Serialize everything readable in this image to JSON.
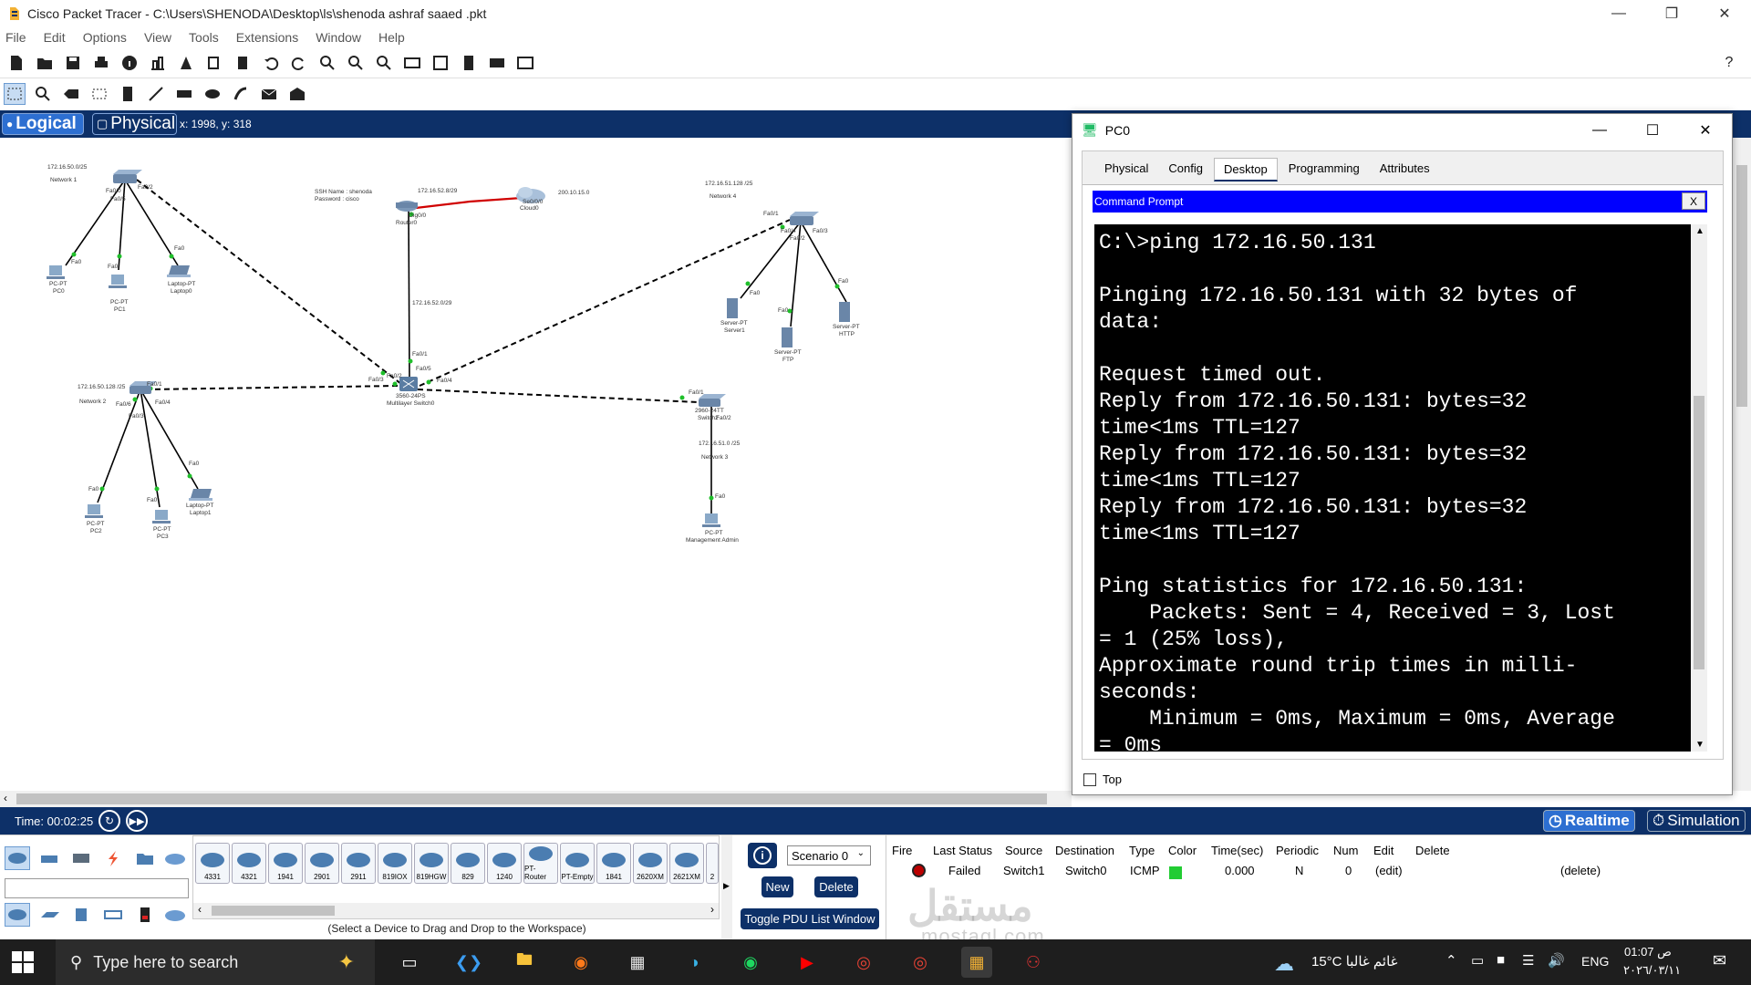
{
  "window": {
    "title": "Cisco Packet Tracer - C:\\Users\\SHENODA\\Desktop\\ls\\shenoda ashraf saaed .pkt"
  },
  "menu": [
    "File",
    "Edit",
    "Options",
    "View",
    "Tools",
    "Extensions",
    "Window",
    "Help"
  ],
  "workspace_bar": {
    "logical_label": "Logical",
    "physical_label": "Physical",
    "coords": "x: 1998, y: 318"
  },
  "network": {
    "labels": {
      "net1_addr": "172.16.50.0/25",
      "net1_name": "Network 1",
      "r_fa00": "Fa0/0",
      "r_fa05": "Fa0/5",
      "r_fa02": "Fa0/2",
      "fa0_a": "Fa0",
      "fa0_b": "Fa0",
      "fa0_c": "Fa0",
      "pc0_type": "PC-PT",
      "pc0_name": "PC0",
      "pc1_type": "PC-PT",
      "pc1_name": "PC1",
      "laptop0_type": "Laptop-PT",
      "laptop0_name": "Laptop0",
      "ssh_name": "SSH Name : shenoda",
      "ssh_pass": "Password : cisco",
      "router_net": "172.16.52.8/29",
      "router_port1": "Gig0/0",
      "router_port2": "Se0/0/0",
      "isp_net": "200.10.15.0",
      "router_name": "Router0",
      "cloud_name": "Cloud0",
      "uplink_net": "172.16.52.0/29",
      "net4_addr": "172.16.51.128 /25",
      "net4_name": "Network 4",
      "sw4_fa01": "Fa0/1",
      "sw4_fa02": "Fa0/2",
      "sw4_fa03": "Fa0/3",
      "sw4_fa04": "Fa0/4",
      "srv1_fa0": "Fa0",
      "srv2_fa0": "Fa0",
      "srv3_fa0": "Fa0",
      "server1_type": "Server-PT",
      "server1_name": "Server1",
      "ftp_type": "Server-PT",
      "ftp_name": "FTP",
      "http_type": "Server-PT",
      "http_name": "HTTP",
      "net2_addr": "172.16.50.128 /25",
      "net2_name": "Network 2",
      "sw2_fa01": "Fa0/1",
      "sw2_fa06": "Fa0/6",
      "sw2_fa04": "Fa0/4",
      "sw2_fa03": "Fa0/3",
      "ml_fa01": "Fa0/1",
      "ml_fa03": "Fa0/3",
      "ml_fa05": "Fa0/5",
      "ml_fa04": "Fa0/4",
      "ml_fa02": "Fa0/2",
      "ml_model": "3560-24PS",
      "ml_name": "Multilayer Switch0",
      "sw3_fa01": "Fa0/1",
      "sw3_model": "2960-24TT",
      "sw3_name": "Switch2",
      "sw3_fa02": "Fa0/2",
      "net3_addr": "172.16.51.0 /25",
      "net3_name": "Network 3",
      "admin_fa0": "Fa0",
      "admin_type": "PC-PT",
      "admin_name": "Management Admin",
      "pc2_fa0": "Fa0",
      "pc3_fa0": "Fa0",
      "lap1_fa0": "Fa0",
      "pc2_type": "PC-PT",
      "pc2_name": "PC2",
      "pc3_type": "PC-PT",
      "pc3_name": "PC3",
      "laptop1_type": "Laptop-PT",
      "laptop1_name": "Laptop1"
    }
  },
  "pc0_window": {
    "title": "PC0",
    "tabs": [
      "Physical",
      "Config",
      "Desktop",
      "Programming",
      "Attributes"
    ],
    "active_tab": "Desktop",
    "cmd_title": "Command Prompt",
    "close_label": "X",
    "output": "C:\\>ping 172.16.50.131\n\nPinging 172.16.50.131 with 32 bytes of\ndata:\n\nRequest timed out.\nReply from 172.16.50.131: bytes=32\ntime<1ms TTL=127\nReply from 172.16.50.131: bytes=32\ntime<1ms TTL=127\nReply from 172.16.50.131: bytes=32\ntime<1ms TTL=127\n\nPing statistics for 172.16.50.131:\n    Packets: Sent = 4, Received = 3, Lost\n= 1 (25% loss),\nApproximate round trip times in milli-\nseconds:\n    Minimum = 0ms, Maximum = 0ms, Average\n= 0ms",
    "top_label": "Top"
  },
  "timebar": {
    "time": "Time: 00:02:25",
    "realtime": "Realtime",
    "simulation": "Simulation"
  },
  "device_list": [
    "4331",
    "4321",
    "1941",
    "2901",
    "2911",
    "819IOX",
    "819HGW",
    "829",
    "1240",
    "PT-Router",
    "PT-Empty",
    "1841",
    "2620XM",
    "2621XM",
    "2"
  ],
  "hint": "(Select a Device to Drag and Drop to the Workspace)",
  "scenario": {
    "select": "Scenario 0",
    "new": "New",
    "delete": "Delete",
    "toggle": "Toggle PDU List Window"
  },
  "pdu": {
    "headers": [
      "Fire",
      "Last Status",
      "Source",
      "Destination",
      "Type",
      "Color",
      "Time(sec)",
      "Periodic",
      "Num",
      "Edit",
      "Delete"
    ],
    "row": {
      "status": "Failed",
      "source": "Switch1",
      "destination": "Switch0",
      "type": "ICMP",
      "color": "#22cc33",
      "time": "0.000",
      "periodic": "N",
      "num": "0",
      "edit": "(edit)",
      "delete": "(delete)"
    }
  },
  "taskbar": {
    "search_placeholder": "Type here to search",
    "weather": "15°C  غائم غالبا",
    "lang": "ENG",
    "time": "01:07 ص",
    "date": "٢٠٢٦/٠٣/١١"
  },
  "watermark": "mostaql.com",
  "watermark_ar": "مستقل",
  "colors": {
    "navy": "#0d3068",
    "cmd_blue": "#0000ff",
    "link_red": "#d00000"
  }
}
